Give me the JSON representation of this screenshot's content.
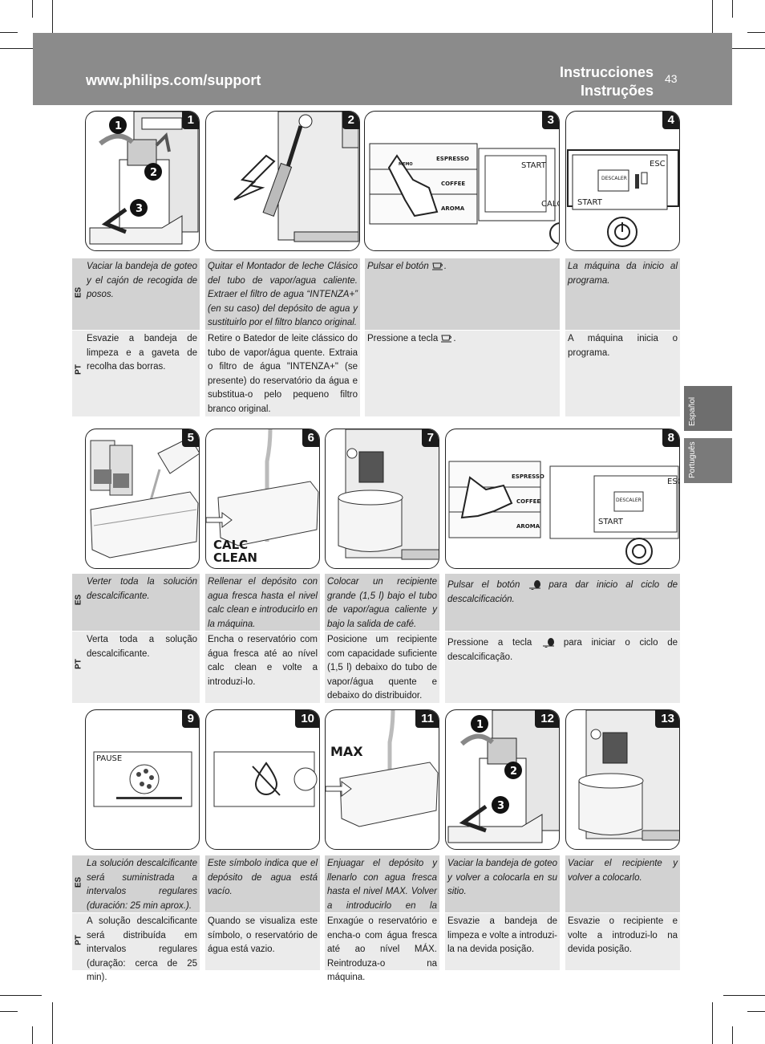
{
  "header": {
    "url": "www.philips.com/support",
    "title_es": "Instrucciones",
    "title_pt": "Instruções",
    "page_number": "43"
  },
  "side_tabs": [
    "Español",
    "Português"
  ],
  "lang_labels": {
    "es": "ES",
    "pt": "PT"
  },
  "display": {
    "start": "START",
    "esc": "ESC",
    "descaler": "DESCALER",
    "calc": "CALC",
    "pause": "PAUSE",
    "calc_clean": "CALC\nCLEAN",
    "max": "MAX",
    "memo": "MEMO",
    "buttons": [
      "ESPRESSO",
      "COFFEE",
      "AROMA"
    ]
  },
  "steps": [
    {
      "n": "1",
      "es": "Vaciar la bandeja de goteo y el cajón de recogida de posos.",
      "pt": "Esvazie a bandeja de limpeza e a gaveta de recolha das borras."
    },
    {
      "n": "2",
      "es": "Quitar el Montador de leche Clásico del tubo de vapor/agua caliente. Extraer el filtro de agua “INTENZA+” (en su caso) del depósito de agua y sustituirlo por el filtro blanco original.",
      "pt": "Retire o Batedor de leite clássico do tubo de vapor/água quente. Extraia o filtro de água \"INTENZA+\" (se presente) do reservatório da água e substitua-o pelo pequeno filtro branco original."
    },
    {
      "n": "3",
      "es": "Pulsar el botón",
      "pt": "Pressione a tecla"
    },
    {
      "n": "4",
      "es": "La máquina da inicio al programa.",
      "pt": "A máquina inicia o programa."
    },
    {
      "n": "5",
      "es": "Verter toda la solución descalcificante.",
      "pt": "Verta toda a solução descalcificante."
    },
    {
      "n": "6",
      "es": "Rellenar el depósito con agua fresca hasta el nivel calc clean e introducirlo en la máquina.",
      "pt": "Encha o reservatório com água fresca até ao nível calc clean e volte a introduzi-lo."
    },
    {
      "n": "7",
      "es": "Colocar un recipiente grande (1,5 l) bajo el tubo de vapor/agua caliente y bajo la salida de café.",
      "pt": "Posicione um recipiente com capacidade suficiente (1,5 l) debaixo do tubo de vapor/água quente e debaixo do distribuidor."
    },
    {
      "n": "8",
      "es_a": "Pulsar el botón",
      "es_b": "para dar inicio al ciclo de descalcificación.",
      "pt_a": "Pressione a tecla",
      "pt_b": "para iniciar o ciclo de descalcificação."
    },
    {
      "n": "9",
      "es": "La solución descalcificante será suministrada a intervalos regulares (duración: 25 min aprox.).",
      "pt": "A solução descalcificante será distribuída em intervalos regulares (duração: cerca de 25 min)."
    },
    {
      "n": "10",
      "es": "Este símbolo indica que el depósito de agua está vacío.",
      "pt": "Quando se visualiza este símbolo, o reservatório de água está vazio."
    },
    {
      "n": "11",
      "es": "Enjuagar el depósito y llenarlo con agua fresca hasta el nivel MAX. Volver a introducirlo en la máquina.",
      "pt": "Enxagúe o reservatório e encha-o com água fresca até ao nível MÁX. Reintroduza-o na máquina."
    },
    {
      "n": "12",
      "es": "Vaciar la bandeja de goteo y volver a colocarla en su sitio.",
      "pt": "Esvazie a bandeja de limpeza e volte a introduzi-la na devida posição."
    },
    {
      "n": "13",
      "es": "Vaciar el recipiente y volver a colocarlo.",
      "pt": "Esvazie o recipiente e volte a introduzi-lo na devida posição."
    }
  ]
}
